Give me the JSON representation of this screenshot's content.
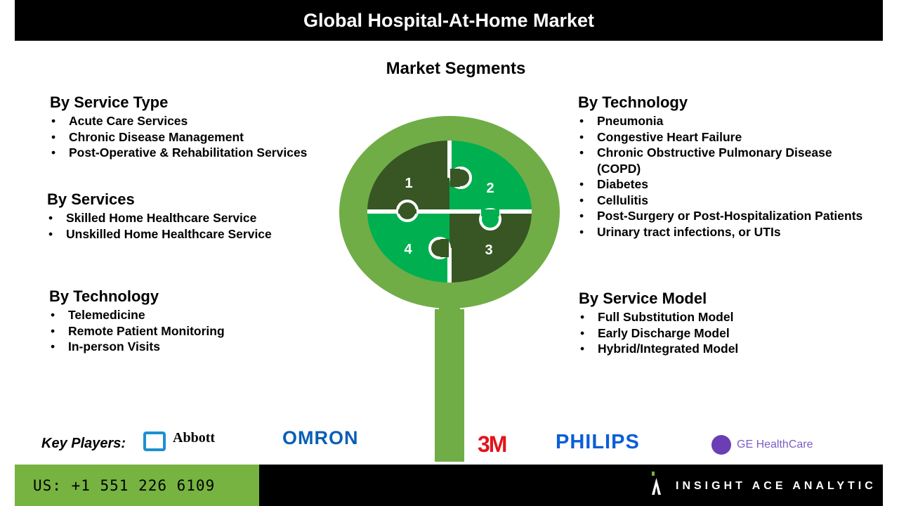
{
  "title": "Global Hospital-At-Home Market",
  "subtitle": "Market Segments",
  "segments": [
    {
      "heading": "By Service Type",
      "items": [
        "Acute Care Services",
        "Chronic Disease Management",
        "Post-Operative & Rehabilitation Services"
      ]
    },
    {
      "heading": "By Services",
      "items": [
        "Skilled Home Healthcare Service",
        "Unskilled Home Healthcare Service"
      ]
    },
    {
      "heading": "By Technology",
      "items": [
        "Telemedicine",
        "Remote Patient Monitoring",
        "In-person Visits"
      ]
    },
    {
      "heading": "By Technology",
      "items": [
        "Pneumonia",
        "Congestive Heart Failure",
        "Chronic Obstructive Pulmonary Disease (COPD)",
        "Diabetes",
        "Cellulitis",
        "Post-Surgery or Post-Hospitalization Patients",
        "Urinary tract infections, or UTIs"
      ]
    },
    {
      "heading": "By Service Model",
      "items": [
        "Full Substitution Model",
        "Early Discharge Model",
        "Hybrid/Integrated Model"
      ]
    }
  ],
  "puzzle": [
    "1",
    "2",
    "3",
    "4"
  ],
  "key_players_label": "Key Players:",
  "players": [
    "Abbott",
    "OMRON",
    "3M",
    "PHILIPS",
    "GE HealthCare"
  ],
  "phone": "US: +1 551 226 6109",
  "brand": "INSIGHT ACE ANALYTIC",
  "colors": {
    "ring": "#70ad47",
    "dark": "#375623",
    "bright": "#00b050",
    "footer_green": "#77b341"
  }
}
